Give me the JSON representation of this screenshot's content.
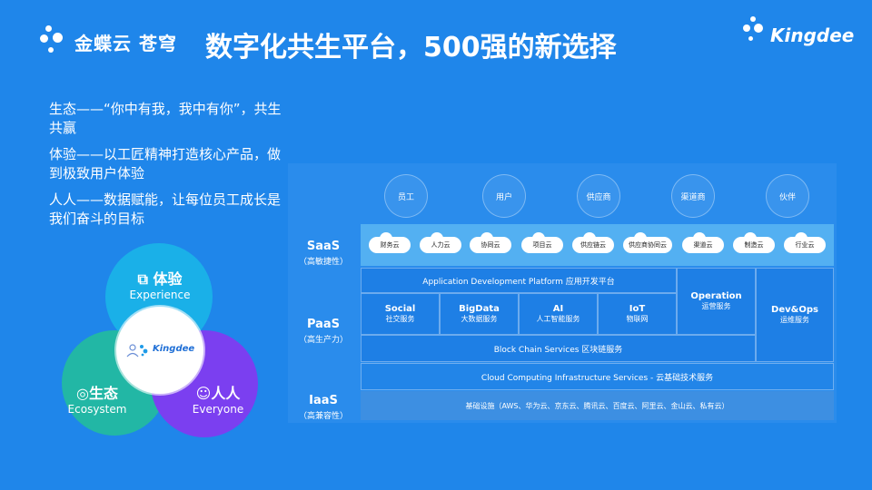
{
  "header": {
    "logo_left_text": "金蝶云 苍穹",
    "title": "数字化共生平台，500强的新选择",
    "logo_right_text": "Kingdee"
  },
  "bullets": [
    "生态——“你中有我，我中有你”，共生共赢",
    "体验——以工匠精神打造核心产品，做到极致用户体验",
    "人人——数据赋能，让每位员工成长是我们奋斗的目标"
  ],
  "venn": {
    "experience": {
      "cn": "体验",
      "en": "Experience",
      "icon": "chart-icon",
      "color": "#1ab0e8"
    },
    "ecosystem": {
      "cn": "生态",
      "en": "Ecosystem",
      "icon": "bulb-icon",
      "color": "#22b7a5"
    },
    "everyone": {
      "cn": "人人",
      "en": "Everyone",
      "icon": "people-icon",
      "color": "#7b3ff0"
    },
    "core_brand": "Kingdee"
  },
  "platform": {
    "users": [
      "员工",
      "用户",
      "供应商",
      "渠道商",
      "伙伴"
    ],
    "saas": {
      "name": "SaaS",
      "sub": "（高敏捷性）",
      "apps": [
        "财务云",
        "人力云",
        "协同云",
        "项目云",
        "供应链云",
        "供应商协同云",
        "渠道云",
        "制造云",
        "行业云"
      ]
    },
    "paas": {
      "name": "PaaS",
      "sub": "（高生产力）",
      "app_dev": "Application Development Platform  应用开发平台",
      "services": [
        {
          "title": "Social",
          "sub": "社交服务"
        },
        {
          "title": "BigData",
          "sub": "大数据服务"
        },
        {
          "title": "AI",
          "sub": "人工智能服务"
        },
        {
          "title": "IoT",
          "sub": "物联网"
        }
      ],
      "operation": {
        "title": "Operation",
        "sub": "运营服务"
      },
      "devops": {
        "title": "Dev&Ops",
        "sub": "运维服务"
      },
      "blockchain": "Block Chain Services  区块链服务",
      "cloud_computing": "Cloud Computing Infrastructure Services - 云基础技术服务"
    },
    "iaas": {
      "name": "IaaS",
      "sub": "（高兼容性）",
      "infra": "基础设施（AWS、华为云、京东云、腾讯云、百度云、阿里云、金山云、私有云）"
    }
  }
}
